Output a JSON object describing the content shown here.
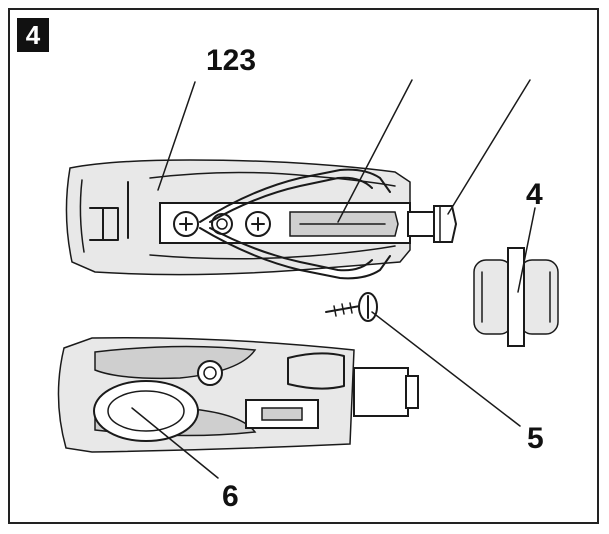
{
  "figure": {
    "step_number": "4",
    "callouts": {
      "label_123": "123",
      "label_4": "4",
      "label_5": "5",
      "label_6": "6"
    }
  },
  "colors": {
    "line": "#1a1a1a",
    "shade": "#cfcfcf",
    "badge": "#111111"
  }
}
